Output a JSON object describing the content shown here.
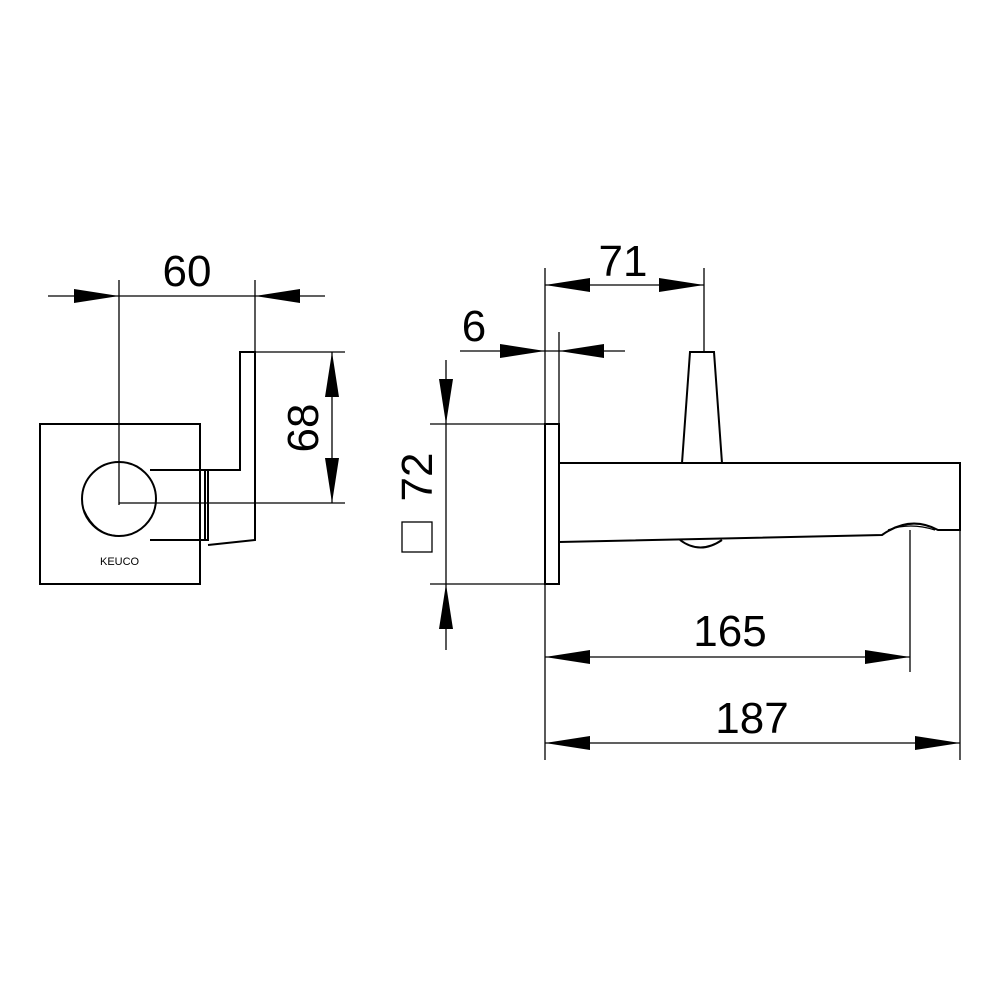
{
  "dimensions": {
    "width_60": "60",
    "height_68": "68",
    "square_72": "72",
    "plate_6": "6",
    "offset_71": "71",
    "length_165": "165",
    "length_187": "187"
  },
  "logo": "KEUCO",
  "colors": {
    "line": "#000000",
    "background": "#ffffff"
  }
}
